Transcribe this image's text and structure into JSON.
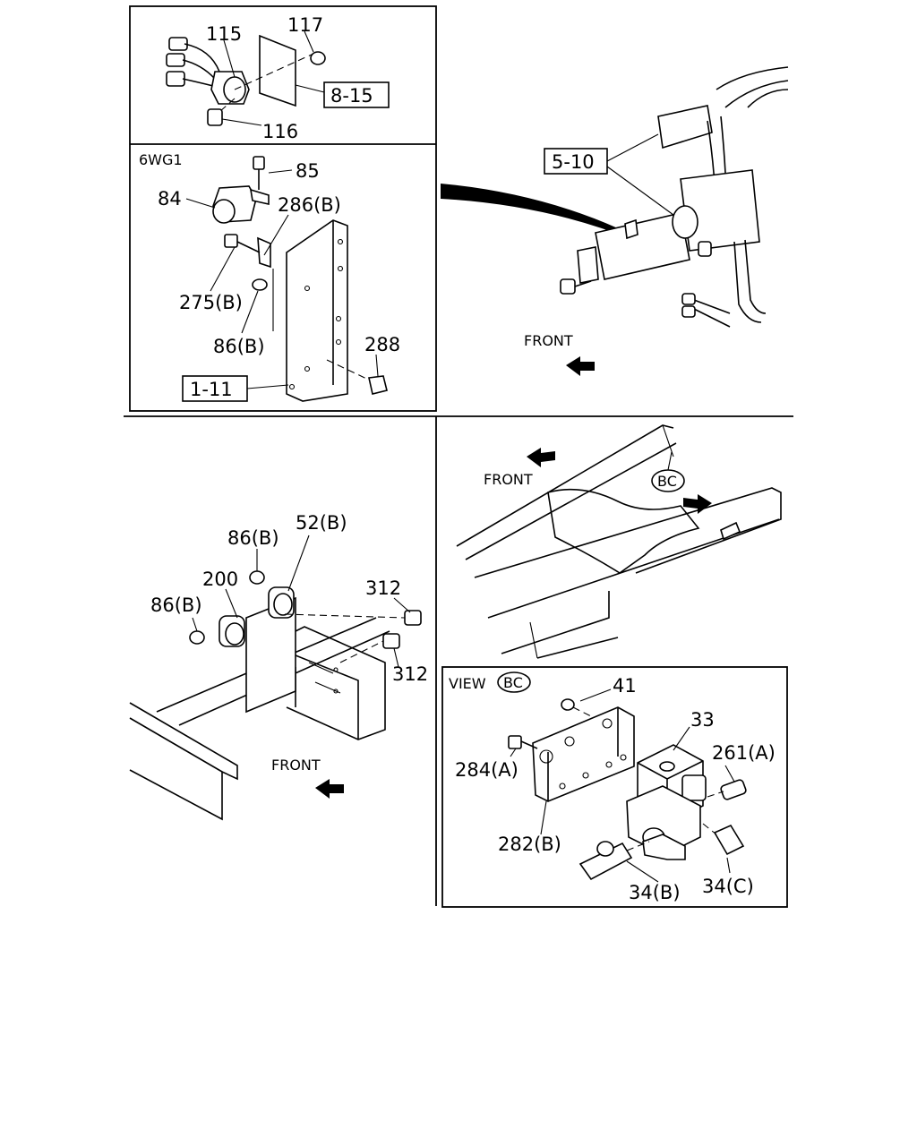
{
  "panels": {
    "top_left_a": {
      "callouts": [
        "115",
        "117",
        "116"
      ],
      "ref_box": "8-15"
    },
    "top_left_b": {
      "variant": "6WG1",
      "callouts": [
        "85",
        "84",
        "286(B)",
        "275(B)",
        "86(B)",
        "288"
      ],
      "ref_box": "1-11"
    },
    "top_right": {
      "ref_box": "5-10",
      "front_label": "FRONT"
    },
    "bottom_left": {
      "callouts": [
        "86(B)",
        "52(B)",
        "200",
        "86(B)",
        "312",
        "312"
      ],
      "front_label": "FRONT"
    },
    "bottom_right": {
      "front_label": "FRONT",
      "view_marker": "BC"
    },
    "view_bc": {
      "view_word": "VIEW",
      "view_marker": "BC",
      "callouts": [
        "41",
        "33",
        "284(A)",
        "261(A)",
        "282(B)",
        "34(B)",
        "34(C)"
      ]
    }
  }
}
